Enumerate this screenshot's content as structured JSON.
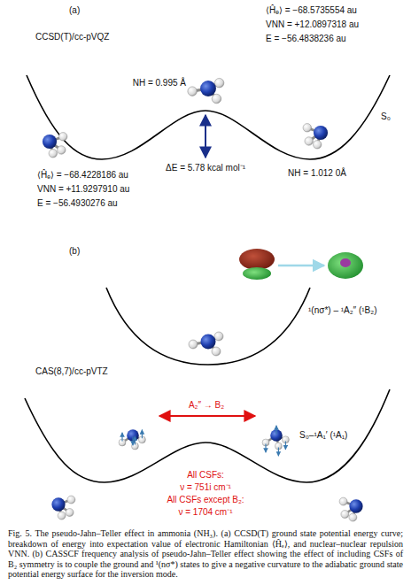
{
  "diagram": {
    "caption": "Fig. 5. The pseudo-Jahn–Teller effect in ammonia (NH₃). (a) CCSD(T) ground state potential energy curve; breakdown of energy into expectation value of electronic Hamiltonian ⟨Ĥₑ⟩, and nuclear–nuclear repulsion VNN. (b) CASSCF frequency analysis of pseudo-Jahn–Teller effect showing the effect of including CSFs of B₂ symmetry is to couple the ground and ¹(nσ*) states to give a negative curvature to the adiabatic ground state potential energy surface for the inversion mode.",
    "labels": [
      "(a)",
      "CCSD(T)/cc-pVQZ",
      "⟨Ĥₑ⟩ = −68.5735554 au",
      "VNN = +12.0897318 au",
      "E = −56.4838236 au",
      "NH = 0.995 Å",
      "S₀",
      "ΔE = 5.78 kcal mol⁻¹",
      "NH = 1.012 0Å",
      "⟨Ĥₑ⟩ = −68.4228186 au",
      "VNN = +11.9297910 au",
      "E = −56.4930276 au",
      "(b)",
      "¹(nσ*) – ¹A₂″ (¹B₂)",
      "CAS(8,7)/cc-pVTZ",
      "A₂″ → B₂",
      "S₀–¹A₁′ (¹A₁)",
      "All CSFs:",
      "ν = 751i cm⁻¹",
      "All CSFs except B₂:",
      "ν = 1704 cm⁻¹"
    ]
  }
}
